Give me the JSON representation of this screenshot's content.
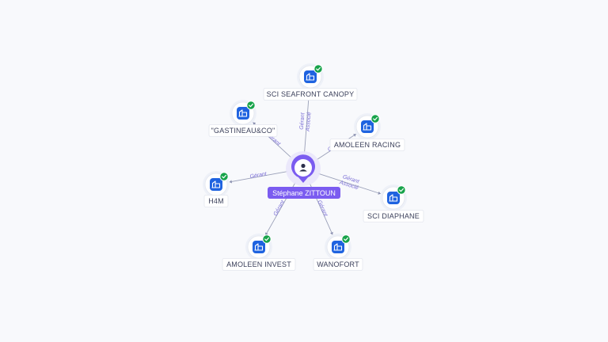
{
  "center": {
    "name": "Stéphane ZITTOUN",
    "icon": "person-icon"
  },
  "colors": {
    "accent": "#7b5cf0",
    "company": "#1f63e0",
    "check": "#17a34a",
    "edge": "#9aa0b8",
    "edge_text": "#7b6fd6"
  },
  "companies": [
    {
      "name": "SCI SEAFRONT CANOPY",
      "relations": [
        "Gérant",
        "Associé"
      ],
      "icon": "company-building-icon",
      "status_icon": "check-icon"
    },
    {
      "name": "\"GASTINEAU&CO\"",
      "relations": [
        "Gérant"
      ],
      "icon": "company-building-icon",
      "status_icon": "check-icon"
    },
    {
      "name": "AMOLEEN RACING",
      "relations": [
        "Gérant"
      ],
      "icon": "company-building-icon",
      "status_icon": "check-icon"
    },
    {
      "name": "H4M",
      "relations": [
        "Gérant"
      ],
      "icon": "company-building-icon",
      "status_icon": "check-icon"
    },
    {
      "name": "SCI DIAPHANE",
      "relations": [
        "Gérant",
        "Associé"
      ],
      "icon": "company-building-icon",
      "status_icon": "check-icon"
    },
    {
      "name": "AMOLEEN INVEST",
      "relations": [
        "Gérant"
      ],
      "icon": "company-building-icon",
      "status_icon": "check-icon"
    },
    {
      "name": "WANOFORT",
      "relations": [
        "Gérant"
      ],
      "icon": "company-building-icon",
      "status_icon": "check-icon"
    }
  ]
}
